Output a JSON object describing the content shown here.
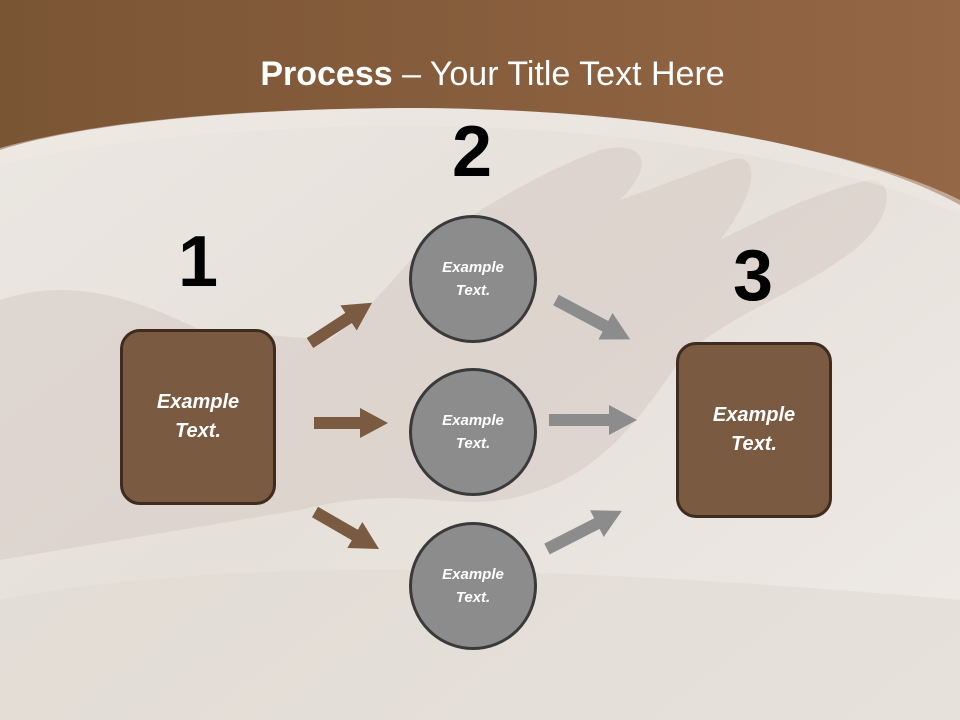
{
  "title": {
    "bold": "Process",
    "rest": " – Your Title Text Here"
  },
  "steps": [
    {
      "number": "1",
      "label_line1": "Example",
      "label_line2": "Text."
    },
    {
      "number": "2"
    },
    {
      "number": "3",
      "label_line1": "Example",
      "label_line2": "Text."
    }
  ],
  "circles": [
    {
      "label_line1": "Example",
      "label_line2": "Text."
    },
    {
      "label_line1": "Example",
      "label_line2": "Text."
    },
    {
      "label_line1": "Example",
      "label_line2": "Text."
    }
  ],
  "colors": {
    "brown": "#7a5a40",
    "gray": "#8c8c8c",
    "header": "#7d5636"
  }
}
